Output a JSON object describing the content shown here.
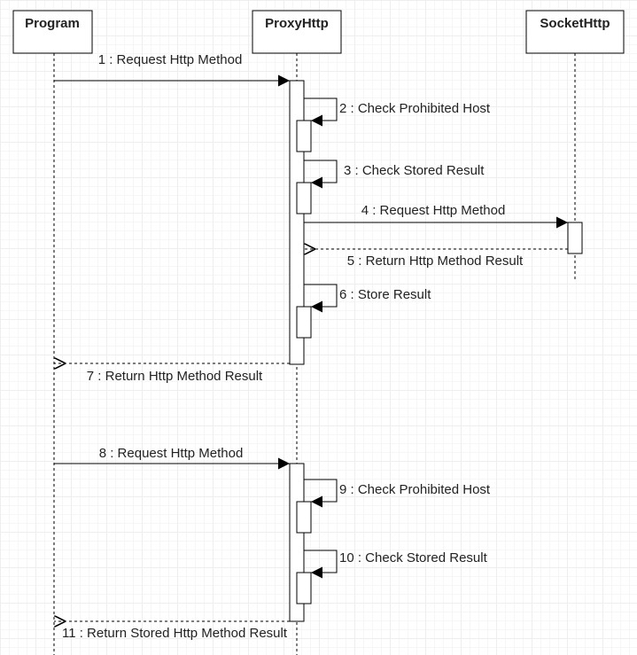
{
  "participants": [
    "Program",
    "ProxyHttp",
    "SocketHttp"
  ],
  "messages": [
    "1 : Request Http Method",
    "2 : Check Prohibited Host",
    "3 : Check Stored Result",
    "4 : Request Http Method",
    "5 : Return Http Method Result",
    "6 : Store Result",
    "7 : Return Http Method Result",
    "8 : Request Http Method",
    "9 : Check Prohibited Host",
    "10 : Check Stored Result",
    "11 : Return Stored Http Method Result"
  ],
  "colors": {
    "line": "#000000",
    "text": "#222222",
    "grid": "#eeeeee"
  }
}
